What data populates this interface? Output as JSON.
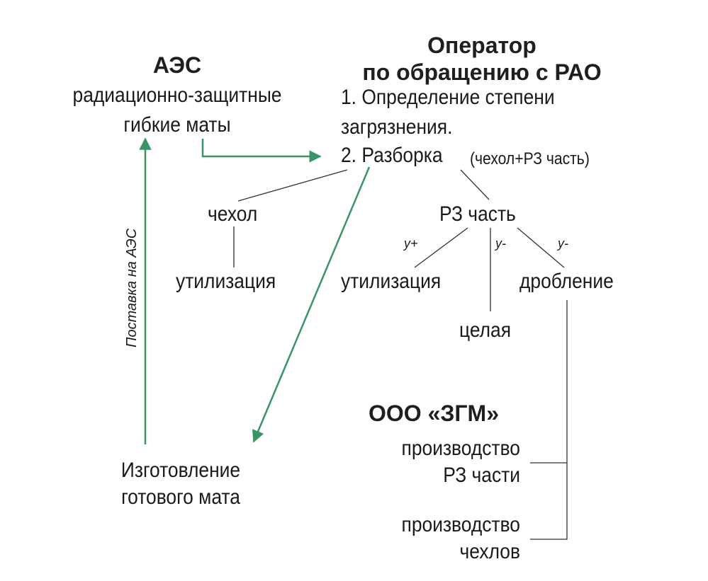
{
  "aes": {
    "title": "АЭС",
    "line1": "радиационно-защитные",
    "line2": "гибкие маты"
  },
  "operator": {
    "title_line1": "Оператор",
    "title_line2": "по обращению с РАО",
    "step1_line1": "1. Определение степени",
    "step1_line2": "загрязнения.",
    "step2": "2. Разборка",
    "step2_note": "(чехол+РЗ часть)"
  },
  "branches": {
    "cover": "чехол",
    "cover_disposal": "утилизация",
    "rz_part": "РЗ часть",
    "rz_disposal": "утилизация",
    "rz_whole": "целая",
    "rz_crushing": "дробление",
    "tag_plus": "у+",
    "tag_minus_1": "у-",
    "tag_minus_2": "у-"
  },
  "zgm": {
    "title": "ООО «ЗГМ»",
    "prod_rz_line1": "производство",
    "prod_rz_line2": "РЗ части",
    "prod_cover_line1": "производство",
    "prod_cover_line2": "чехлов"
  },
  "manufacture": {
    "line1": "Изготовление",
    "line2": "готового мата"
  },
  "supply_label": "Поставка на АЭС",
  "colors": {
    "arrow": "#3a9467",
    "line": "#333333",
    "text": "#1a1a1a"
  }
}
